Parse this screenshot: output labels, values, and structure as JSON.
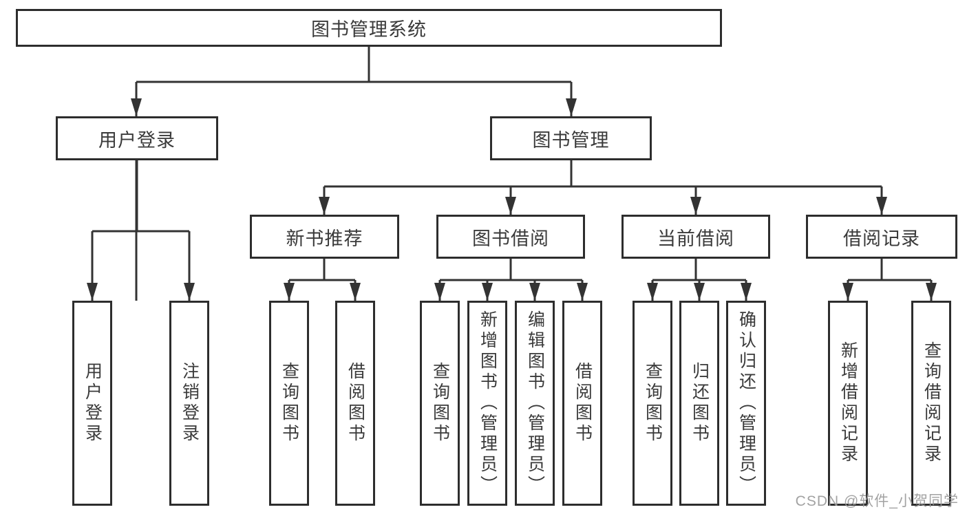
{
  "diagram": {
    "root": {
      "label": "图书管理系统"
    },
    "level2": [
      {
        "id": "user-login",
        "label": "用户登录"
      },
      {
        "id": "book-management",
        "label": "图书管理"
      }
    ],
    "level3": [
      {
        "id": "new-book-recommend",
        "label": "新书推荐",
        "parent": "图书管理"
      },
      {
        "id": "book-borrow",
        "label": "图书借阅",
        "parent": "图书管理"
      },
      {
        "id": "current-borrow",
        "label": "当前借阅",
        "parent": "图书管理"
      },
      {
        "id": "borrow-records",
        "label": "借阅记录",
        "parent": "图书管理"
      }
    ],
    "leaves": [
      {
        "id": "user-login",
        "label": "用户登录",
        "parent": "用户登录"
      },
      {
        "id": "logout",
        "label": "注销登录",
        "parent": "用户登录"
      },
      {
        "id": "query-books-recommend",
        "label": "查询图书",
        "parent": "新书推荐"
      },
      {
        "id": "borrow-books-recommend",
        "label": "借阅图书",
        "parent": "新书推荐"
      },
      {
        "id": "query-books-borrow",
        "label": "查询图书",
        "parent": "图书借阅"
      },
      {
        "id": "add-book-admin",
        "label": "新增图书（管理员）",
        "parent": "图书借阅"
      },
      {
        "id": "edit-book-admin",
        "label": "编辑图书（管理员）",
        "parent": "图书借阅"
      },
      {
        "id": "borrow-books",
        "label": "借阅图书",
        "parent": "图书借阅"
      },
      {
        "id": "query-books-current",
        "label": "查询图书",
        "parent": "当前借阅"
      },
      {
        "id": "return-books",
        "label": "归还图书",
        "parent": "当前借阅"
      },
      {
        "id": "confirm-return-admin",
        "label": "确认归还（管理员）",
        "parent": "当前借阅"
      },
      {
        "id": "add-borrow-record",
        "label": "新增借阅记录",
        "parent": "借阅记录"
      },
      {
        "id": "query-borrow-record",
        "label": "查询借阅记录",
        "parent": "借阅记录"
      }
    ],
    "watermark": "CSDN @软件_小贺同学",
    "colors": {
      "line": "#333333",
      "box_border": "#2d2d2d",
      "text": "#3a3a3a",
      "watermark": "#9a9a9a",
      "background": "#ffffff"
    }
  }
}
